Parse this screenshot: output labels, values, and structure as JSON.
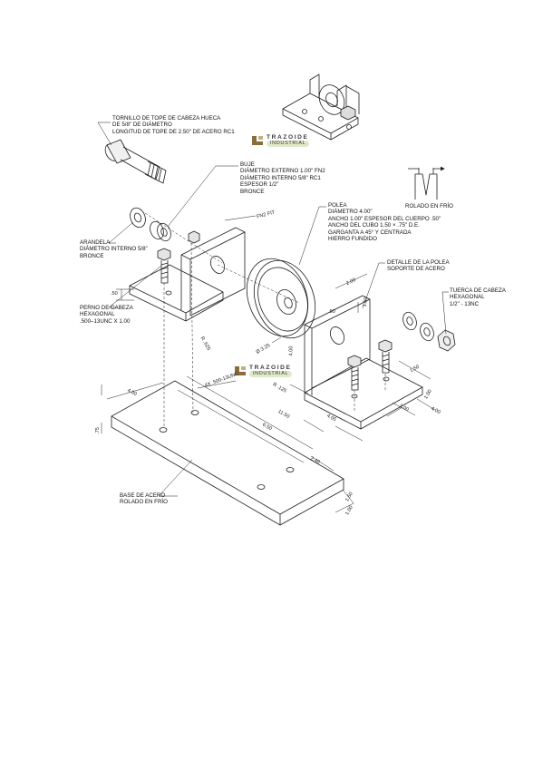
{
  "labels": {
    "tornillo": [
      "TORNILLO DE TOPE DE CABEZA HUECA",
      "DE 5/8\" DE DIÁMETRO",
      "LONGITUD DE TOPE DE 2.50\" DE ACERO RC1"
    ],
    "buje": [
      "BUJE",
      "DIÁMETRO EXTERNO 1.00\" FN2",
      "DIÁMETRO INTERNO 5/8\" RC1",
      "ESPESOR 1/2\"",
      "BRONCE"
    ],
    "rolado": [
      "ROLADO EN FRÍO"
    ],
    "polea": [
      "POLEA",
      "DIÁMETRO 4.00\"",
      "ANCHO 1.00\" ESPESOR DEL CUERPO .50\"",
      "ANCHO DEL CUBO 1.50 × .75\" D.E.",
      "GARGANTA A 45° Y CENTRADA",
      "HIERRO FUNDIDO"
    ],
    "arandela": [
      "ARANDELA",
      "DIÁMETRO INTERNO 5/8\"",
      "BRONCE"
    ],
    "detalle": [
      "DETALLE DE LA POLEA",
      "SOPORTE DE ACERO"
    ],
    "tuerca": [
      "TUERCA DE CABEZA",
      "HEXAGONAL",
      "1/2\" - 13NC"
    ],
    "perno": [
      "PERNO DE CABEZA",
      "HEXAGONAL",
      ".500–13UNC X 1.00"
    ],
    "base": [
      "BASE DE ACERO",
      "ROLADO EN FRÍO"
    ]
  },
  "badge": {
    "line1": "TRAZOIDE",
    "line2": "INDUSTRIAL"
  },
  "dimensions": {
    "fn2": "FN2 FIT",
    "d50": ".50",
    "d2_00": "2.00",
    "d1_50": "1.50",
    "d50b": ".50",
    "r625": "R .625",
    "d325": "Ø 3.25",
    "d400": "4.00",
    "r125": "R .125",
    "d150b": "1.50",
    "d4x": "4X .500-13UNC",
    "d400b": "4.00",
    "d1150": "11.50",
    "d650": "6.50",
    "d75": ".75",
    "d405": "4.05",
    "d100": "1.00",
    "d200": "2.00",
    "d400c": "4.00",
    "d240": "2.40",
    "d150c": "1.50",
    "d100b": "1.00"
  },
  "colors": {
    "line": "#1f1f1f",
    "paper": "#ffffff",
    "badge_brown": "#8a6d3b",
    "badge_green": "#dfe9c8"
  }
}
